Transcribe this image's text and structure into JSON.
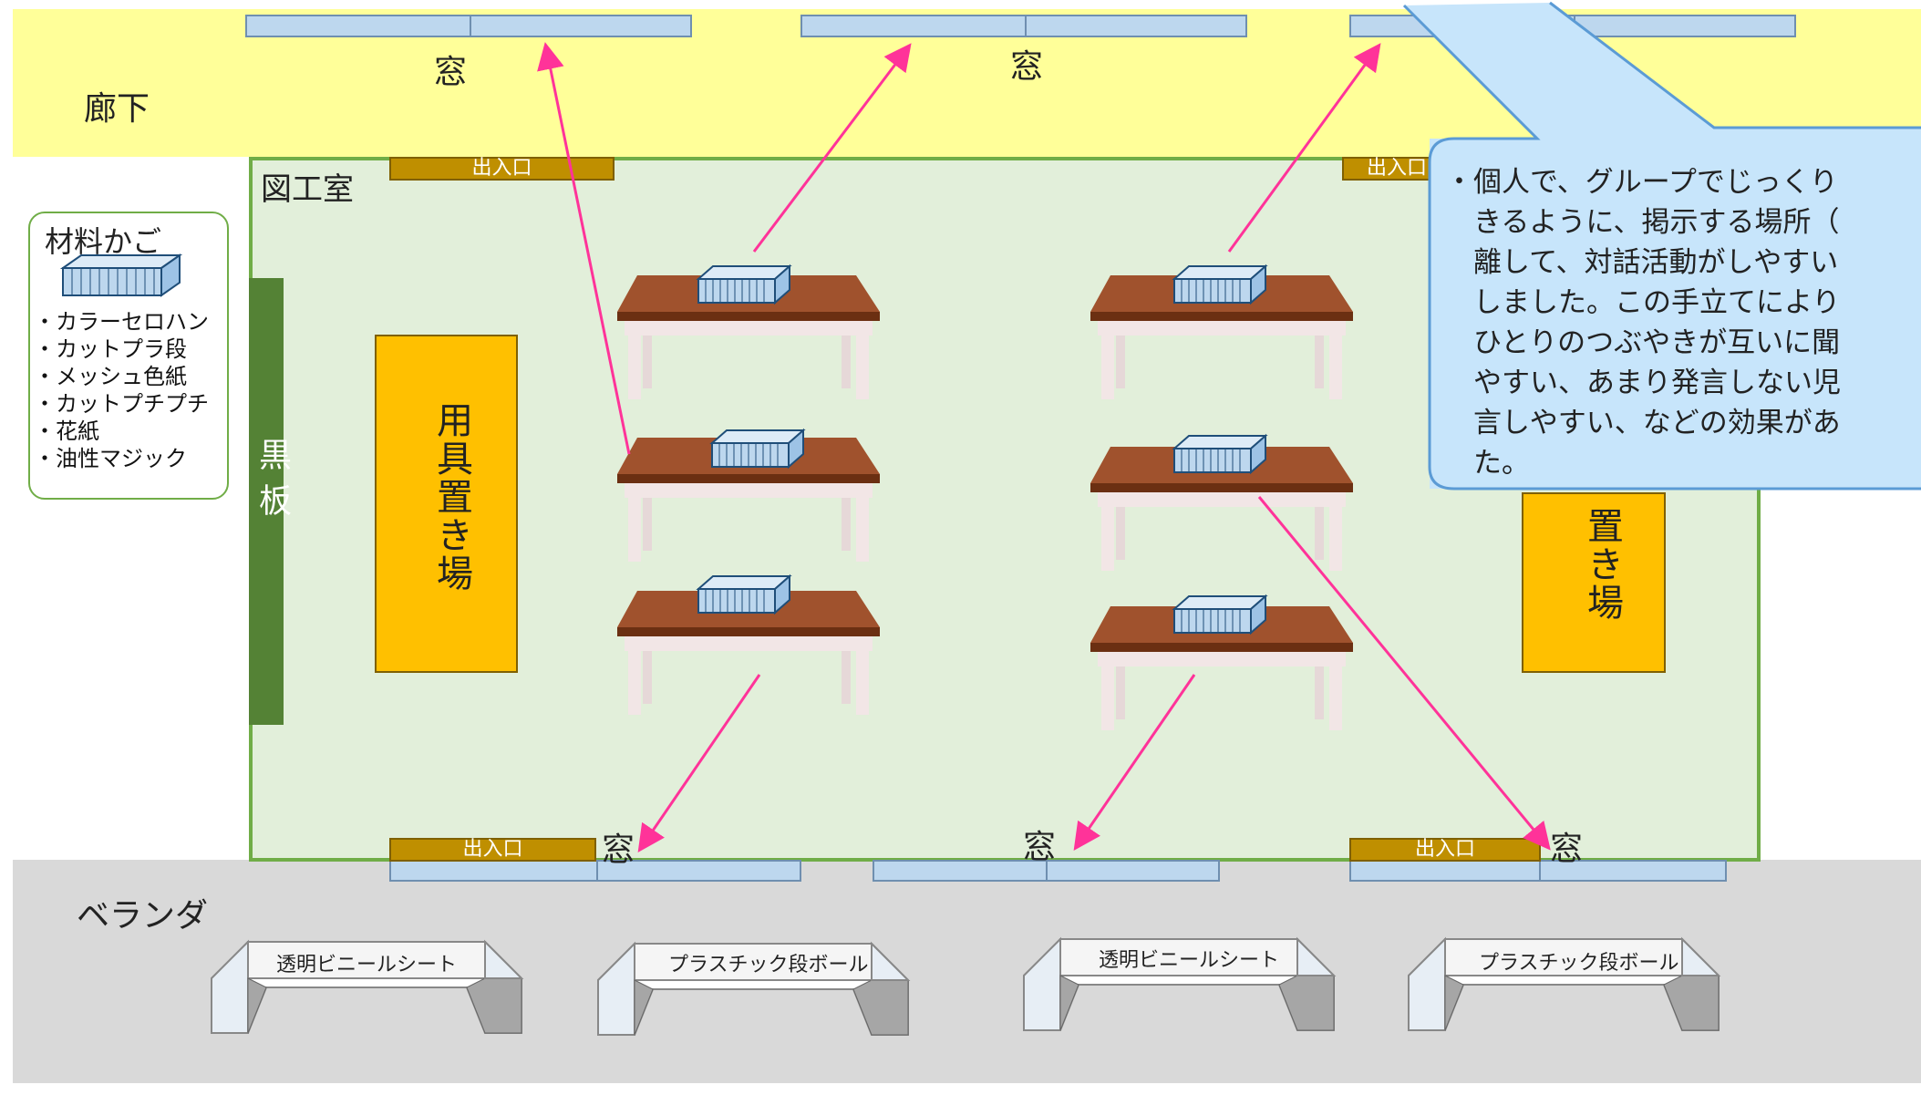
{
  "corridor": {
    "label": "廊下"
  },
  "room": {
    "label": "図工室"
  },
  "veranda": {
    "label": "ベランダ"
  },
  "windows": {
    "label": "窓"
  },
  "doors": {
    "label": "出入口"
  },
  "blackboard": {
    "label": "黒板"
  },
  "storage": {
    "left_label": "用具置き場",
    "right_label": "置き場"
  },
  "material_basket": {
    "title": "材料かご",
    "items": [
      "・カラーセロハン",
      "・カットプラ段",
      "・メッシュ色紙",
      "・カットプチプチ",
      "・花紙",
      "・油性マジック"
    ]
  },
  "callout": {
    "lines": [
      "・個人で、グループでじっくり",
      "　きるように、掲示する場所（",
      "　離して、対話活動がしやすい",
      "　しました。この手立てにより",
      "　ひとりのつぶやきが互いに聞",
      "　やすい、あまり発言しない児",
      "　言しやすい、などの効果があ",
      "　た。"
    ]
  },
  "display_stands": [
    {
      "label": "透明ビニールシート"
    },
    {
      "label": "プラスチック段ボール"
    },
    {
      "label": "透明ビニールシート"
    },
    {
      "label": "プラスチック段ボール"
    }
  ],
  "colors": {
    "corridor": "#ffff99",
    "room_fill": "#e2efda",
    "room_border": "#70ad47",
    "veranda": "#d9d9d9",
    "window": "#bdd7ee",
    "door": "#bf8f00",
    "storage": "#ffc000",
    "blackboard": "#548235",
    "arrow": "#ff3399",
    "callout": "#c7e5fb"
  }
}
